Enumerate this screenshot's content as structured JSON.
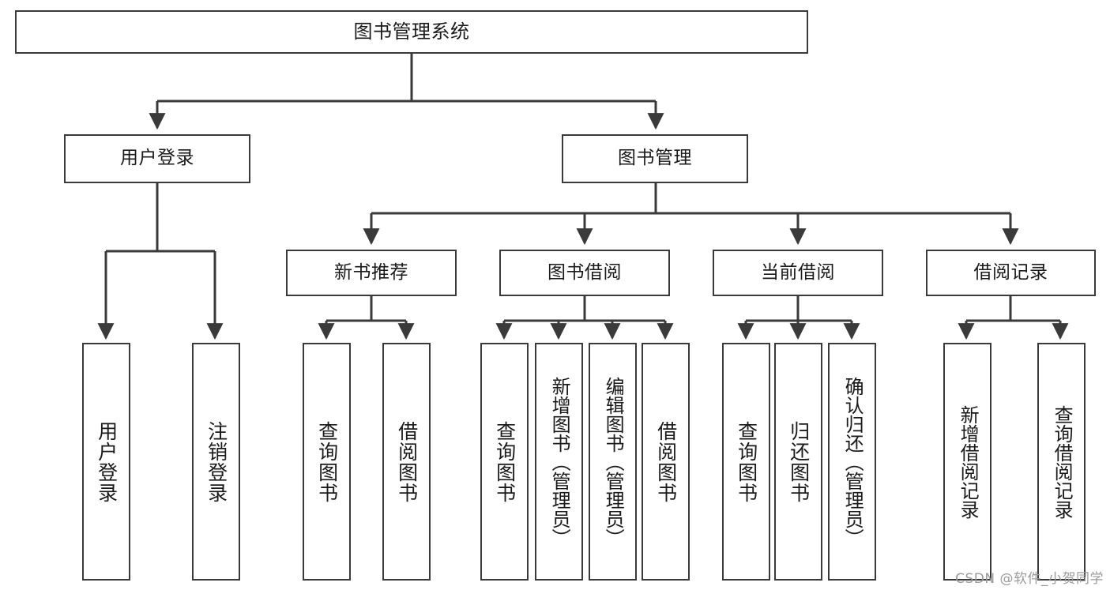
{
  "diagram": {
    "type": "tree-hierarchy",
    "title": "图书管理系统",
    "root": {
      "label": "图书管理系统"
    },
    "level1": [
      {
        "label": "用户登录"
      },
      {
        "label": "图书管理"
      }
    ],
    "level2": [
      {
        "label": "新书推荐"
      },
      {
        "label": "图书借阅"
      },
      {
        "label": "当前借阅"
      },
      {
        "label": "借阅记录"
      }
    ],
    "leaves": {
      "user_login": [
        {
          "label": "用户登录"
        },
        {
          "label": "注销登录"
        }
      ],
      "new_book_recommend": [
        {
          "label": "查询图书"
        },
        {
          "label": "借阅图书"
        }
      ],
      "book_borrow": [
        {
          "label": "查询图书"
        },
        {
          "label": "新增图书（管理员）"
        },
        {
          "label": "编辑图书（管理员）"
        },
        {
          "label": "借阅图书"
        }
      ],
      "current_borrow": [
        {
          "label": "查询图书"
        },
        {
          "label": "归还图书"
        },
        {
          "label": "确认归还（管理员）"
        }
      ],
      "borrow_record": [
        {
          "label": "新增借阅记录"
        },
        {
          "label": "查询借阅记录"
        }
      ]
    }
  },
  "watermark": {
    "text": "CSDN @软件_小贺同学"
  },
  "colors": {
    "stroke": "#3a3a3a",
    "background": "#ffffff",
    "text": "#1a1a1a",
    "watermark": "#9b9b9b"
  }
}
